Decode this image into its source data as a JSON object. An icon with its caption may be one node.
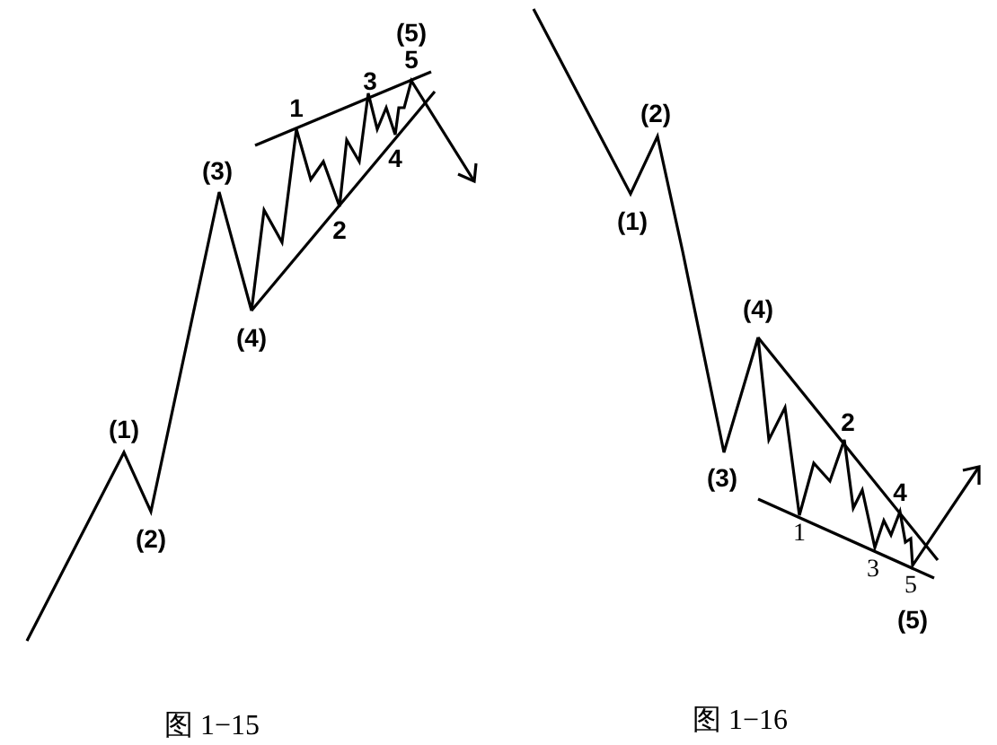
{
  "diagram": {
    "labels": [
      "(5)",
      "5",
      "3",
      "1",
      "(3)",
      "4",
      "2",
      "(4)",
      "(1)",
      "(2)",
      "(2)",
      "(1)",
      "(4)",
      "2",
      "(3)",
      "4",
      "1",
      "3",
      "5",
      "(5)",
      "图 1−15",
      "图 1−16"
    ]
  }
}
